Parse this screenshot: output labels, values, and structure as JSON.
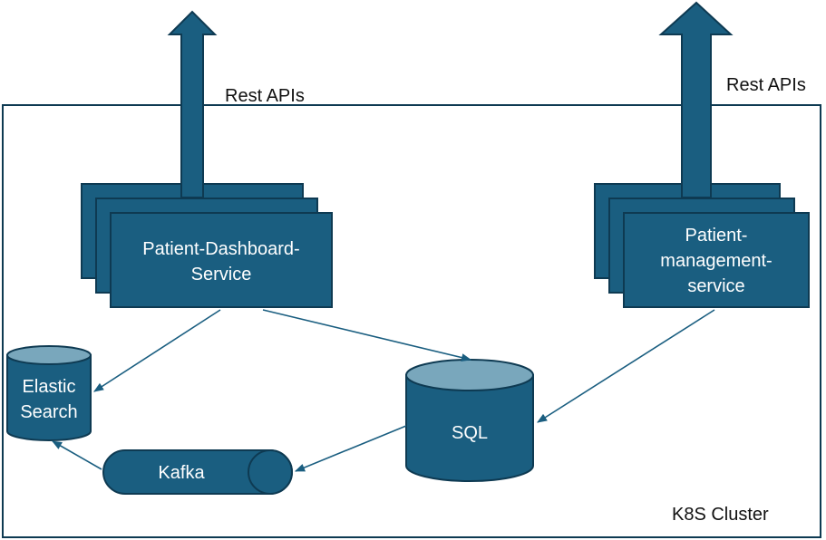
{
  "cluster": {
    "label": "K8S Cluster"
  },
  "api_labels": {
    "left": "Rest APIs",
    "right": "Rest APIs"
  },
  "services": {
    "dashboard": {
      "lines": [
        "Patient-Dashboard-",
        "Service"
      ]
    },
    "management": {
      "lines": [
        "Patient-",
        "management-",
        "service"
      ]
    }
  },
  "stores": {
    "elastic": {
      "lines": [
        "Elastic",
        "Search"
      ]
    },
    "sql": {
      "label": "SQL"
    },
    "kafka": {
      "label": "Kafka"
    }
  },
  "colors": {
    "fill": "#1a5e80",
    "stroke": "#0e3a52",
    "cylinder_top": "#79a7bc",
    "text_light": "#ffffff",
    "text_dark": "#111111"
  }
}
